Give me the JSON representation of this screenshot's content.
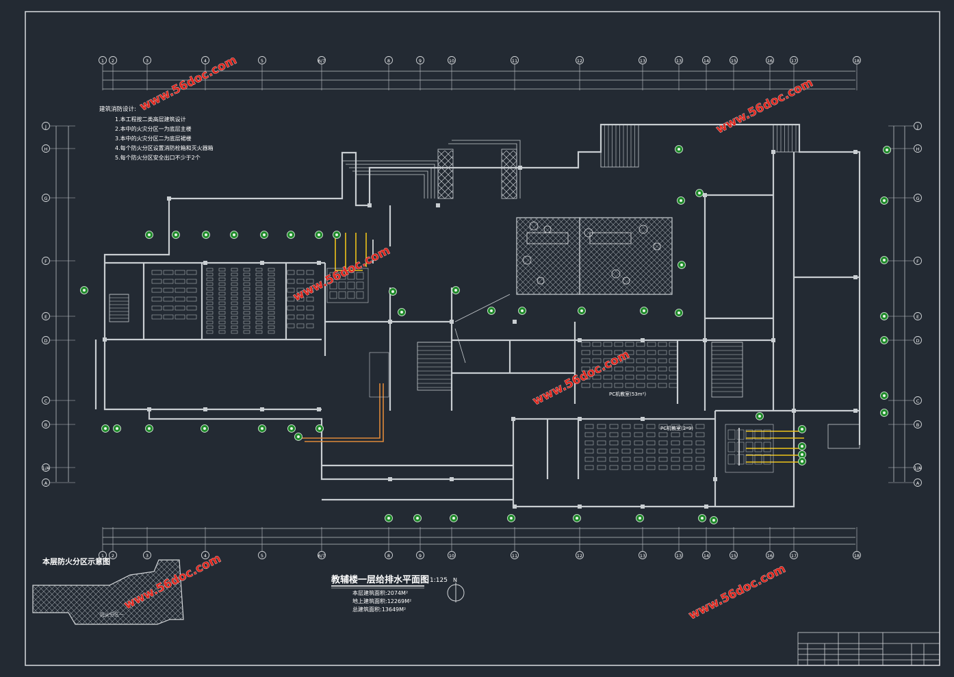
{
  "drawing": {
    "title": "教辅楼一层给排水平面图",
    "scale": "1:125",
    "stats": [
      "本层建筑面积:2074M²",
      "地上建筑面积:12269M²",
      "总建筑面积:13649M²"
    ],
    "fire_zone_caption": "本层防火分区示意图",
    "fire_zone_label": "防火分区一",
    "north_symbol": "N"
  },
  "notes": {
    "heading": "建筑消防设计:",
    "lines": [
      "1.本工程按二类高层建筑设计",
      "2.本中的火灾分区一为底层主楼",
      "3.本中的火灾分区二为底层裙楼",
      "4.每个防火分区设置消防栓箱和灭火器箱",
      "5.每个防火分区安全出口不少于2个"
    ]
  },
  "axes": {
    "columns": [
      "1",
      "2",
      "3",
      "4",
      "5",
      "6/7",
      "8",
      "9",
      "10",
      "11",
      "12",
      "13",
      "13",
      "14",
      "15",
      "16",
      "17",
      "18"
    ],
    "rows": [
      "J",
      "H",
      "G",
      "F",
      "E",
      "D",
      "C",
      "B",
      "1/A",
      "A"
    ]
  },
  "watermark": {
    "text": "www.56doc.com"
  },
  "room_labels": {
    "pc_lab1": "PC机教室(53m²)",
    "pc_lab2": "PC机教室(2*9)"
  }
}
